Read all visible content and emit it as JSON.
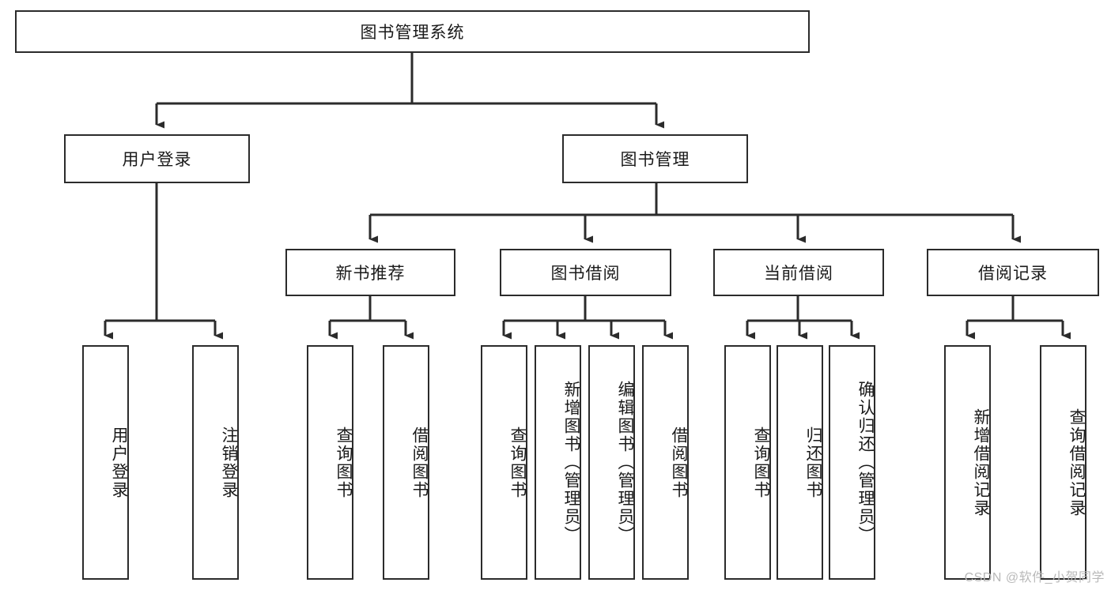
{
  "diagram": {
    "title": "图书管理系统",
    "type": "tree-hierarchy-diagram",
    "watermark": "CSDN @软件_小贺同学",
    "colors": {
      "box_border": "#2b2b2b",
      "box_fill": "#ffffff",
      "connector": "#2b2b2b",
      "text": "#1a1a1a",
      "watermark": "#b9b9b9",
      "background": "#ffffff"
    },
    "nodes": {
      "root": {
        "label": "图书管理系统"
      },
      "level2": [
        {
          "label": "用户登录"
        },
        {
          "label": "图书管理"
        }
      ],
      "level3": [
        {
          "label": "新书推荐"
        },
        {
          "label": "图书借阅"
        },
        {
          "label": "当前借阅"
        },
        {
          "label": "借阅记录"
        }
      ],
      "leaves": {
        "user_login": [
          {
            "label": "用户登录"
          },
          {
            "label": "注销登录"
          }
        ],
        "new_book_recommend": [
          {
            "label": "查询图书"
          },
          {
            "label": "借阅图书"
          }
        ],
        "book_borrow": [
          {
            "label": "查询图书"
          },
          {
            "label": "新增图书（管理员）"
          },
          {
            "label": "编辑图书（管理员）"
          },
          {
            "label": "借阅图书"
          }
        ],
        "current_borrow": [
          {
            "label": "查询图书"
          },
          {
            "label": "归还图书"
          },
          {
            "label": "确认归还（管理员）"
          }
        ],
        "borrow_record": [
          {
            "label": "新增借阅记录"
          },
          {
            "label": "查询借阅记录"
          }
        ]
      }
    }
  }
}
